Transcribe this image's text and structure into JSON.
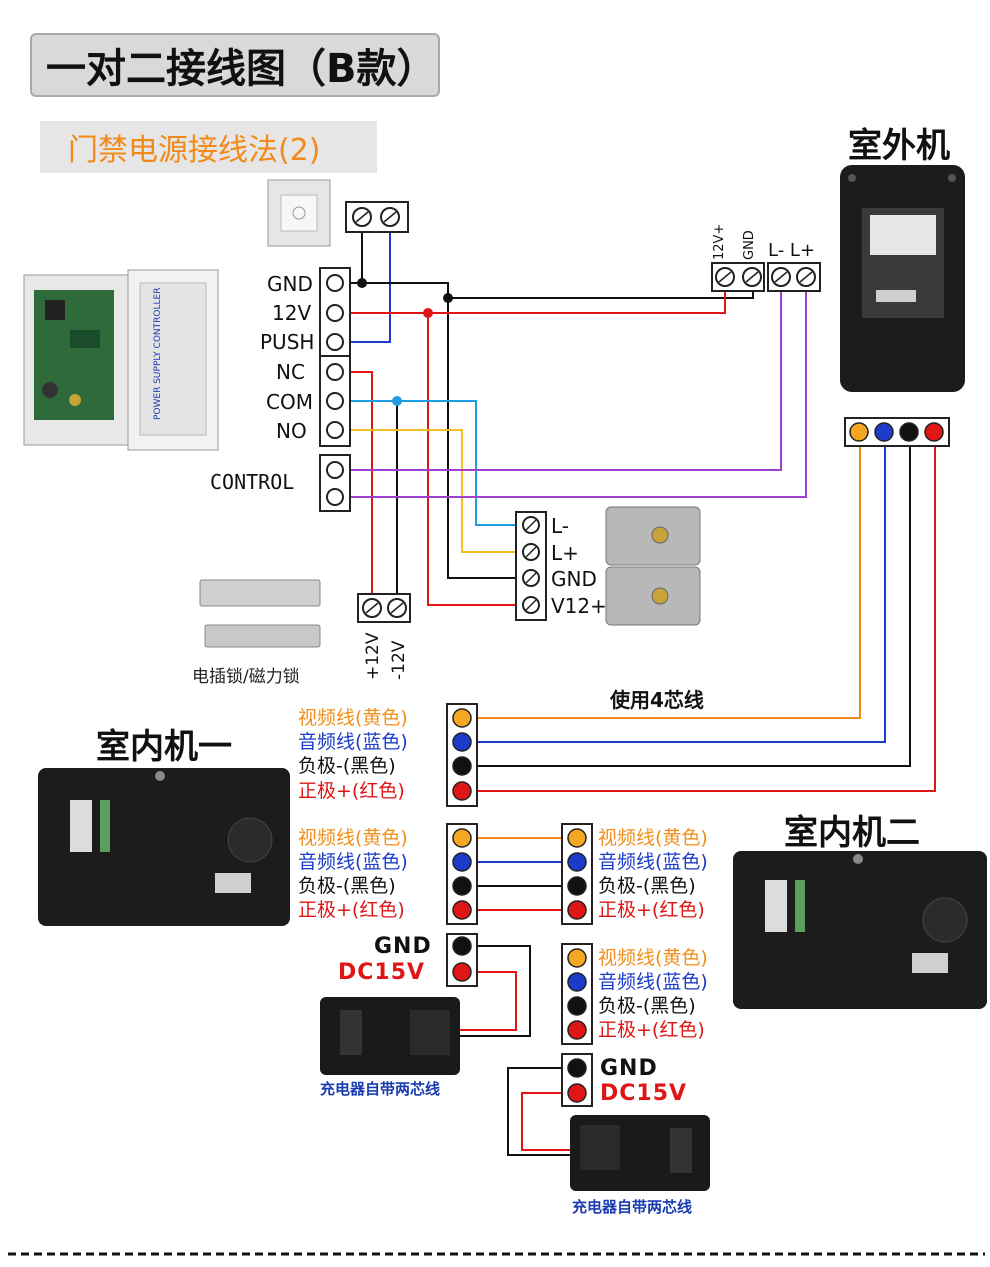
{
  "title": "一对二接线图（B款）",
  "subtitle": "门禁电源接线法(2)",
  "controller_terminals": [
    "GND",
    "12V",
    "PUSH",
    "NC",
    "COM",
    "NO",
    "CONTROL"
  ],
  "outdoor_unit": {
    "title": "室外机",
    "power_terminals": [
      "12V+",
      "GND"
    ],
    "lock_terminals": "L- L+"
  },
  "lock": {
    "terminals": [
      "L-",
      "L+",
      "GND",
      "V12+"
    ],
    "strike_terminals": [
      "+12V",
      "-12V"
    ],
    "caption": "电插锁/磁力锁"
  },
  "cable_note": "使用4芯线",
  "wire_labels": [
    "视频线(黄色)",
    "音频线(蓝色)",
    "负极-(黑色)",
    "正极+(红色)"
  ],
  "indoor_unit_1": {
    "title": "室内机一"
  },
  "indoor_unit_2": {
    "title": "室内机二"
  },
  "power": {
    "gnd": "GND",
    "dc": "DC15V"
  },
  "adapter_caption": "充电器自带两芯线",
  "colors": {
    "yellow": "#f5a623",
    "blue": "#1a3cc8",
    "black": "#111111",
    "red": "#e01515",
    "purple": "#a040d0",
    "cyan": "#1e9ee0",
    "orange": "#f28a1a"
  }
}
